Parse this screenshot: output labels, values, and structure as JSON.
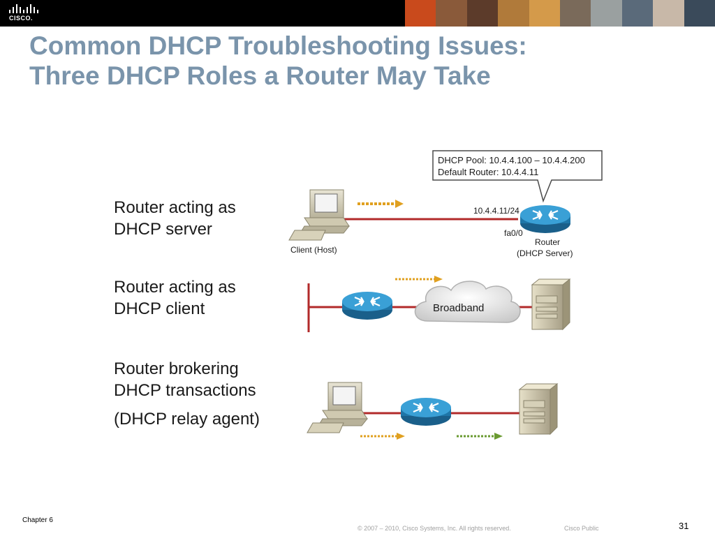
{
  "header": {
    "logo_text": "CISCO.",
    "photo_colors": [
      "#c94a1c",
      "#8a5a3a",
      "#5c3b2a",
      "#b07a3a",
      "#d49a4a",
      "#7a6a5a",
      "#9aa0a0",
      "#5a6a7a",
      "#c8b8a8",
      "#3a4a5a"
    ]
  },
  "title": {
    "line1": "Common DHCP Troubleshooting Issues:",
    "line2": "Three DHCP Roles a Router May Take"
  },
  "roles": [
    {
      "line1": "Router acting as",
      "line2": "DHCP server"
    },
    {
      "line1": "Router acting as",
      "line2": "DHCP client"
    },
    {
      "line1": "Router brokering",
      "line2": "DHCP transactions",
      "line3": "(DHCP relay agent)"
    }
  ],
  "diagram": {
    "callout_line1": "DHCP Pool: 10.4.4.100 – 10.4.4.200",
    "callout_line2": "Default Router: 10.4.4.11",
    "router_ip": "10.4.4.11/24",
    "router_interface": "fa0/0",
    "client_label": "Client (Host)",
    "router_label_line1": "Router",
    "router_label_line2": "(DHCP Server)",
    "cloud_label": "Broadband",
    "colors": {
      "link": "#b22a2a",
      "router": "#2a8ac0",
      "arrow": "#e0a020",
      "arrow_green": "#6a9a30"
    }
  },
  "footer": {
    "chapter": "Chapter 6",
    "copyright": "© 2007 – 2010, Cisco Systems, Inc. All rights reserved.",
    "classification": "Cisco Public",
    "page_number": "31"
  }
}
